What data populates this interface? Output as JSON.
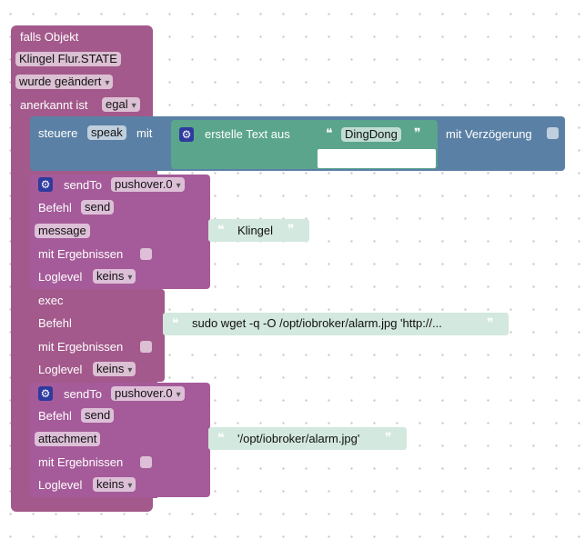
{
  "colors": {
    "event": "#a3598b",
    "speak": "#5b80a5",
    "text": "#5ba58c",
    "textLight": "#d3e8de",
    "send": "#a55b99"
  },
  "event_block": {
    "title": "falls Objekt",
    "object": "Klingel Flur.STATE",
    "trigger": "wurde geändert",
    "ack_label": "anerkannt ist",
    "ack_value": "egal"
  },
  "speak_block": {
    "prefix": "steuere",
    "command": "speak",
    "mit": "mit",
    "create_text": "erstelle Text aus",
    "text_value": "DingDong",
    "delay_label": "mit Verzögerung"
  },
  "sendto_1": {
    "title": "sendTo",
    "instance": "pushover.0",
    "befehl_label": "Befehl",
    "befehl_value": "send",
    "param_name": "message",
    "param_value": "Klingel",
    "results_label": "mit Ergebnissen",
    "loglevel_label": "Loglevel",
    "loglevel_value": "keins"
  },
  "exec_block": {
    "title": "exec",
    "befehl_label": "Befehl",
    "command_value": "sudo wget -q -O /opt/iobroker/alarm.jpg 'http://...",
    "results_label": "mit Ergebnissen",
    "loglevel_label": "Loglevel",
    "loglevel_value": "keins"
  },
  "sendto_2": {
    "title": "sendTo",
    "instance": "pushover.0",
    "befehl_label": "Befehl",
    "befehl_value": "send",
    "param_name": "attachment",
    "param_value": "'/opt/iobroker/alarm.jpg'",
    "results_label": "mit Ergebnissen",
    "loglevel_label": "Loglevel",
    "loglevel_value": "keins"
  },
  "quote_open": "❝",
  "quote_close": "❞"
}
